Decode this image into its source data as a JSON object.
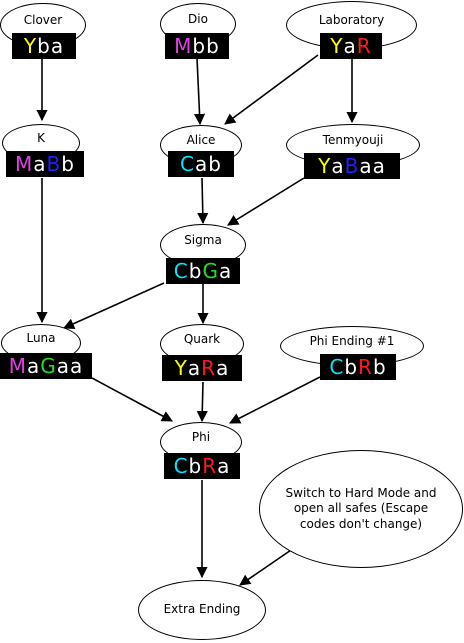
{
  "colors": {
    "yellow": "#ffff00",
    "white": "#ffffff",
    "magenta": "#e040e0",
    "red": "#ff1a1a",
    "blue": "#2020ff",
    "cyan": "#00e5ff",
    "green": "#22dd22"
  },
  "nodes": {
    "clover": {
      "label": "Clover",
      "code": [
        [
          "Y",
          "yellow"
        ],
        [
          "b",
          "white"
        ],
        [
          "a",
          "white"
        ]
      ]
    },
    "dio": {
      "label": "Dio",
      "code": [
        [
          "M",
          "magenta"
        ],
        [
          "b",
          "white"
        ],
        [
          "b",
          "white"
        ]
      ]
    },
    "laboratory": {
      "label": "Laboratory",
      "code": [
        [
          "Y",
          "yellow"
        ],
        [
          "a",
          "white"
        ],
        [
          "R",
          "red"
        ]
      ]
    },
    "k": {
      "label": "K",
      "code": [
        [
          "M",
          "magenta"
        ],
        [
          "a",
          "white"
        ],
        [
          "B",
          "blue"
        ],
        [
          "b",
          "white"
        ]
      ]
    },
    "alice": {
      "label": "Alice",
      "code": [
        [
          "C",
          "cyan"
        ],
        [
          "a",
          "white"
        ],
        [
          "b",
          "white"
        ]
      ]
    },
    "tenmyouji": {
      "label": "Tenmyouji",
      "code": [
        [
          "Y",
          "yellow"
        ],
        [
          "a",
          "white"
        ],
        [
          "B",
          "blue"
        ],
        [
          "a",
          "white"
        ],
        [
          "a",
          "white"
        ]
      ]
    },
    "sigma": {
      "label": "Sigma",
      "code": [
        [
          "C",
          "cyan"
        ],
        [
          "b",
          "white"
        ],
        [
          "G",
          "green"
        ],
        [
          "a",
          "white"
        ]
      ]
    },
    "luna": {
      "label": "Luna",
      "code": [
        [
          "M",
          "magenta"
        ],
        [
          "a",
          "white"
        ],
        [
          "G",
          "green"
        ],
        [
          "a",
          "white"
        ],
        [
          "a",
          "white"
        ]
      ]
    },
    "quark": {
      "label": "Quark",
      "code": [
        [
          "Y",
          "yellow"
        ],
        [
          "a",
          "white"
        ],
        [
          "R",
          "red"
        ],
        [
          "a",
          "white"
        ]
      ]
    },
    "phi_ending": {
      "label": "Phi Ending #1",
      "code": [
        [
          "C",
          "cyan"
        ],
        [
          "b",
          "white"
        ],
        [
          "R",
          "red"
        ],
        [
          "b",
          "white"
        ]
      ]
    },
    "phi": {
      "label": "Phi",
      "code": [
        [
          "C",
          "cyan"
        ],
        [
          "b",
          "white"
        ],
        [
          "R",
          "red"
        ],
        [
          "a",
          "white"
        ]
      ]
    },
    "hard_mode": {
      "label": "Switch to Hard Mode and open all safes (Escape codes don't change)"
    },
    "extra": {
      "label": "Extra Ending"
    }
  }
}
